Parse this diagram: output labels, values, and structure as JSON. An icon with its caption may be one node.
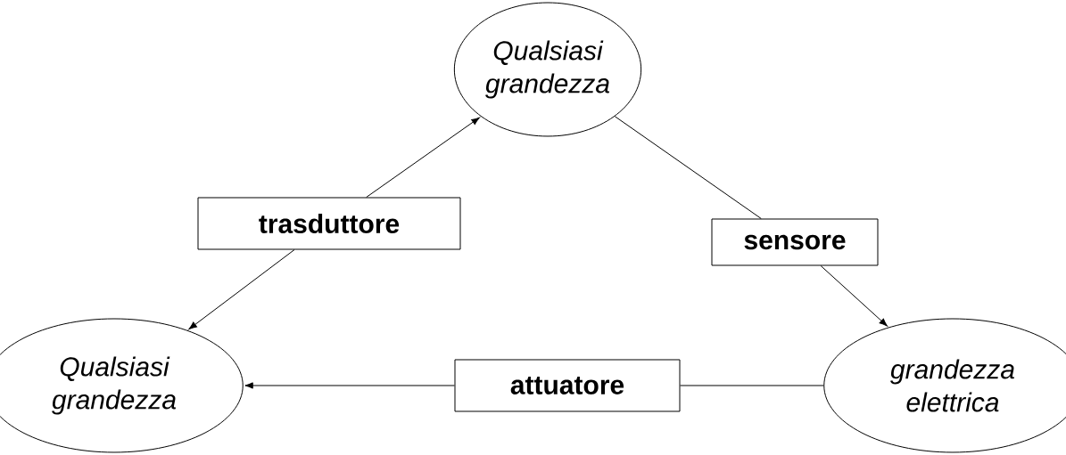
{
  "diagram": {
    "nodes": [
      {
        "text": [
          "Qualsiasi grandezza"
        ]
      },
      {
        "text": [
          "trasduttore"
        ]
      },
      {
        "text": [
          "sensore"
        ]
      },
      {
        "text": [
          "Qualsiasi grandezza"
        ]
      },
      {
        "text": [
          "attuatore"
        ]
      },
      {
        "text": [
          "grandezza elettrica"
        ]
      }
    ],
    "edges": [
      {
        "from": 1,
        "to": 0,
        "arrow": "to"
      },
      {
        "from": 1,
        "to": 3,
        "arrow": "to"
      },
      {
        "from": 0,
        "to": 2,
        "arrow": "none"
      },
      {
        "from": 2,
        "to": 5,
        "arrow": "to"
      },
      {
        "from": 5,
        "to": 4,
        "arrow": "none"
      },
      {
        "from": 4,
        "to": 3,
        "arrow": "to"
      }
    ]
  }
}
